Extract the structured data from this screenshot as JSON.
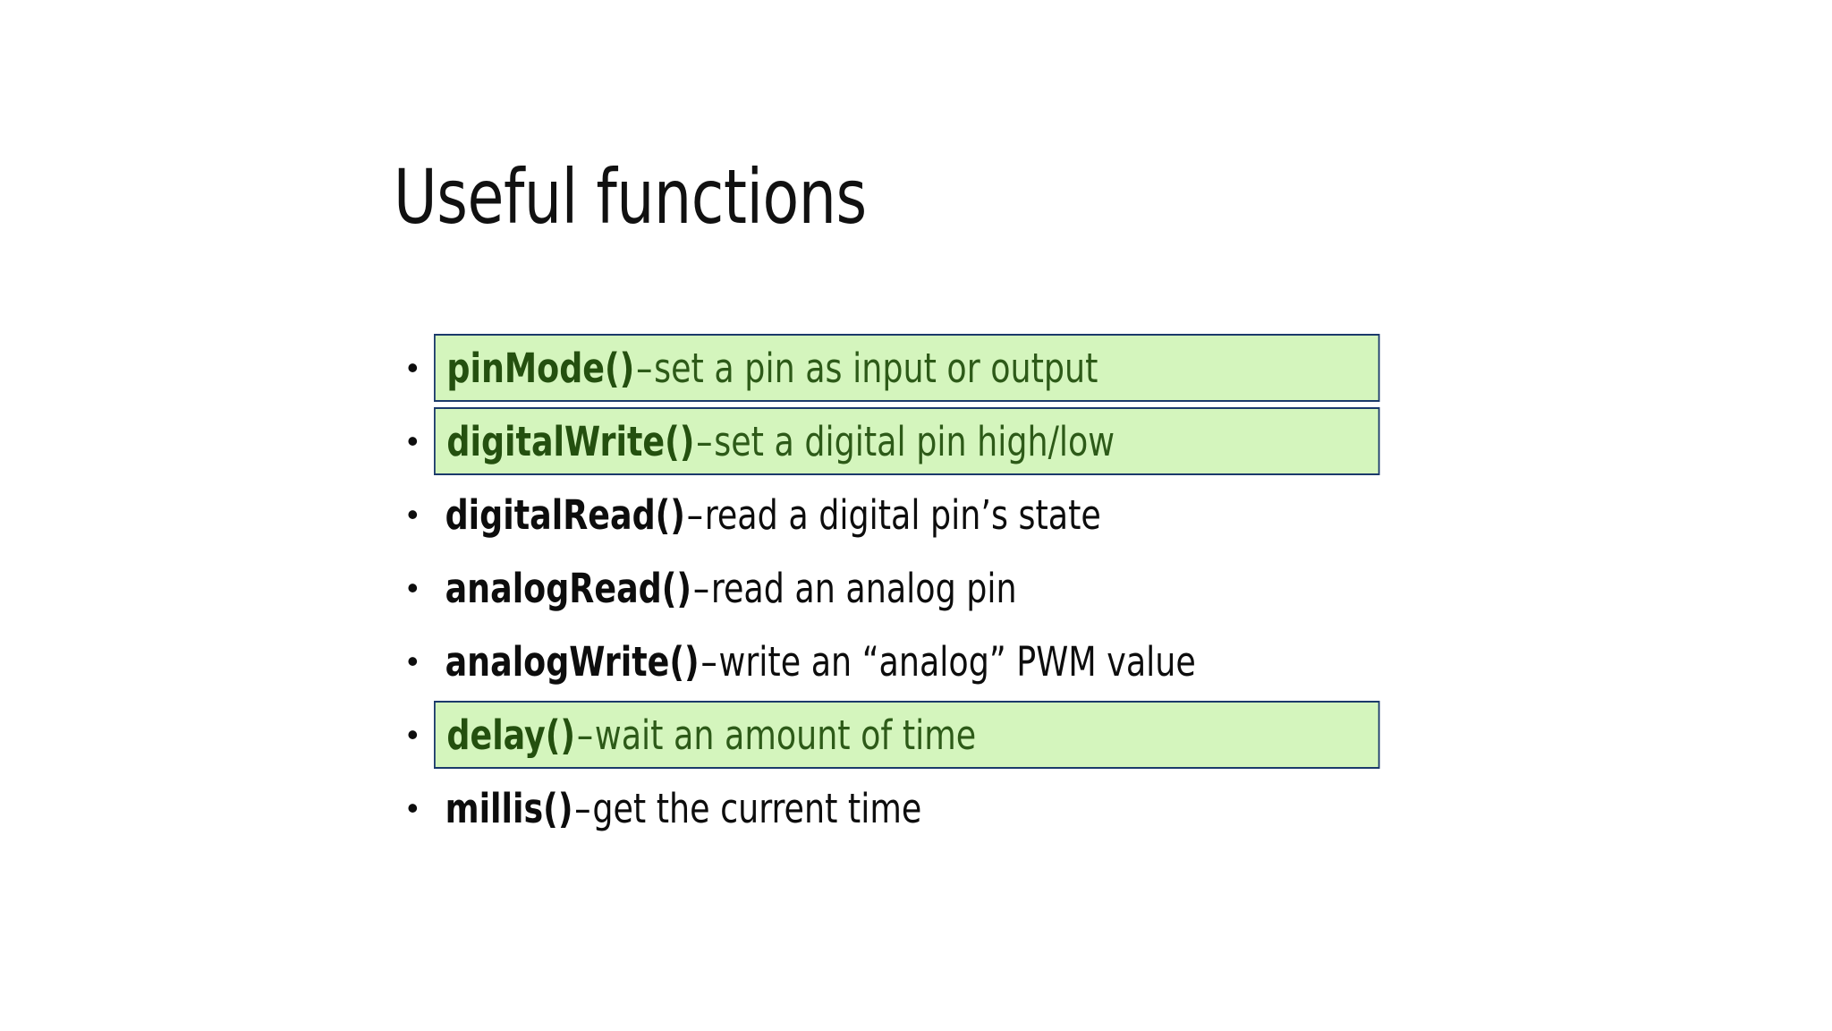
{
  "slide": {
    "title": "Useful functions",
    "background_color": "#ffffff",
    "title_color": "#111111",
    "highlight": {
      "background_color": "#d4f5bd",
      "border_color": "#1b3a6b",
      "text_color": "#2d5a18",
      "function_color": "#24500f"
    },
    "bullet_marker": "•",
    "bullets": [
      {
        "function": "pinMode()",
        "dash": "–",
        "description": "set a pin as input or output",
        "highlighted": true
      },
      {
        "function": "digitalWrite()",
        "dash": "–",
        "description": "set a digital pin high/low",
        "highlighted": true
      },
      {
        "function": "digitalRead()",
        "dash": "–",
        "description": "read a digital pin’s state",
        "highlighted": false
      },
      {
        "function": "analogRead()",
        "dash": "–",
        "description": "read an analog pin",
        "highlighted": false
      },
      {
        "function": "analogWrite()",
        "dash": "–",
        "description": "write an “analog” PWM value",
        "highlighted": false
      },
      {
        "function": "delay()",
        "dash": "–",
        "description": "wait an amount of time",
        "highlighted": true
      },
      {
        "function": "millis()",
        "dash": "–",
        "description": "get the current time",
        "highlighted": false
      }
    ]
  }
}
